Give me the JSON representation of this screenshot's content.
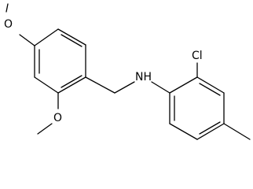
{
  "molecule": {
    "atom_labels": {
      "o_methoxy_para": "O",
      "o_methoxy_ortho": "O",
      "nh": "NH",
      "cl": "Cl"
    }
  }
}
